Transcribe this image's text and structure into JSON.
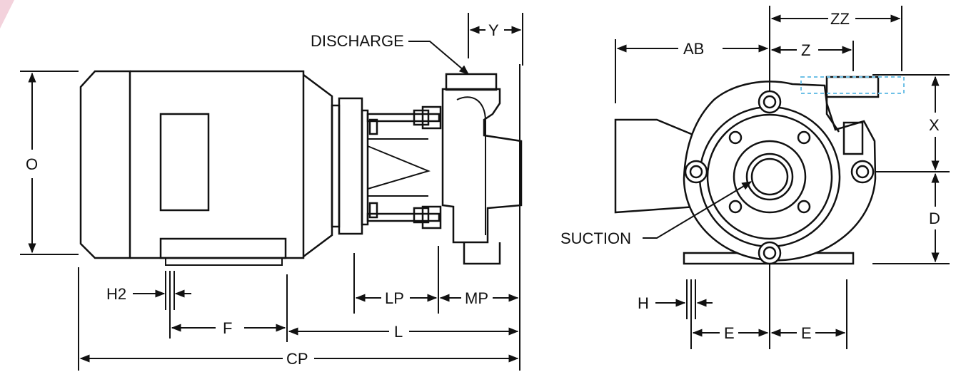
{
  "colors": {
    "accent": "#f3d2dc",
    "dashed_outline": "#6ec0e6",
    "line": "#111111"
  },
  "side_view": {
    "labels": {
      "discharge": "DISCHARGE",
      "y": "Y",
      "o": "O",
      "h2": "H2",
      "f": "F",
      "lp": "LP",
      "mp": "MP",
      "l": "L",
      "cp": "CP"
    }
  },
  "end_view": {
    "labels": {
      "ab": "AB",
      "zz": "ZZ",
      "z": "Z",
      "x": "X",
      "d": "D",
      "suction": "SUCTION",
      "h": "H",
      "e_left": "E",
      "e_right": "E"
    }
  }
}
